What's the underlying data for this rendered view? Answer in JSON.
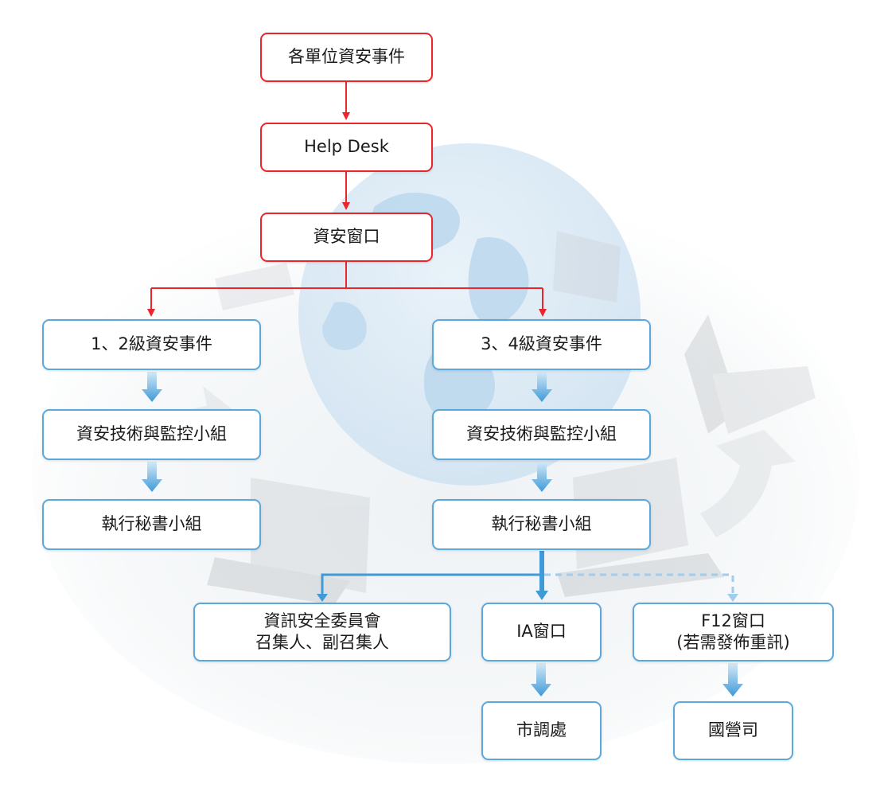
{
  "colors": {
    "red": "#e8262b",
    "blue": "#3f9ad8",
    "blue_light": "#9fcdee",
    "box_border_blue": "#5aa8dc"
  },
  "background": {
    "description_icons": [
      "globe-icon",
      "laptop-icon",
      "arrow-cycle-icon"
    ]
  },
  "nodes": {
    "incident": "各單位資安事件",
    "helpdesk": "Help Desk",
    "security_window": "資安窗口",
    "level12": "1、2級資安事件",
    "level34": "3、4級資安事件",
    "monitor_left": "資安技術與監控小組",
    "monitor_right": "資安技術與監控小組",
    "exec_left": "執行秘書小組",
    "exec_right": "執行秘書小組",
    "committee_line1": "資訊安全委員會",
    "committee_line2": "召集人、副召集人",
    "ia_window": "IA窗口",
    "f12_line1": "F12窗口",
    "f12_line2": "(若需發佈重訊)",
    "investigation": "市調處",
    "national_ops": "國營司"
  }
}
